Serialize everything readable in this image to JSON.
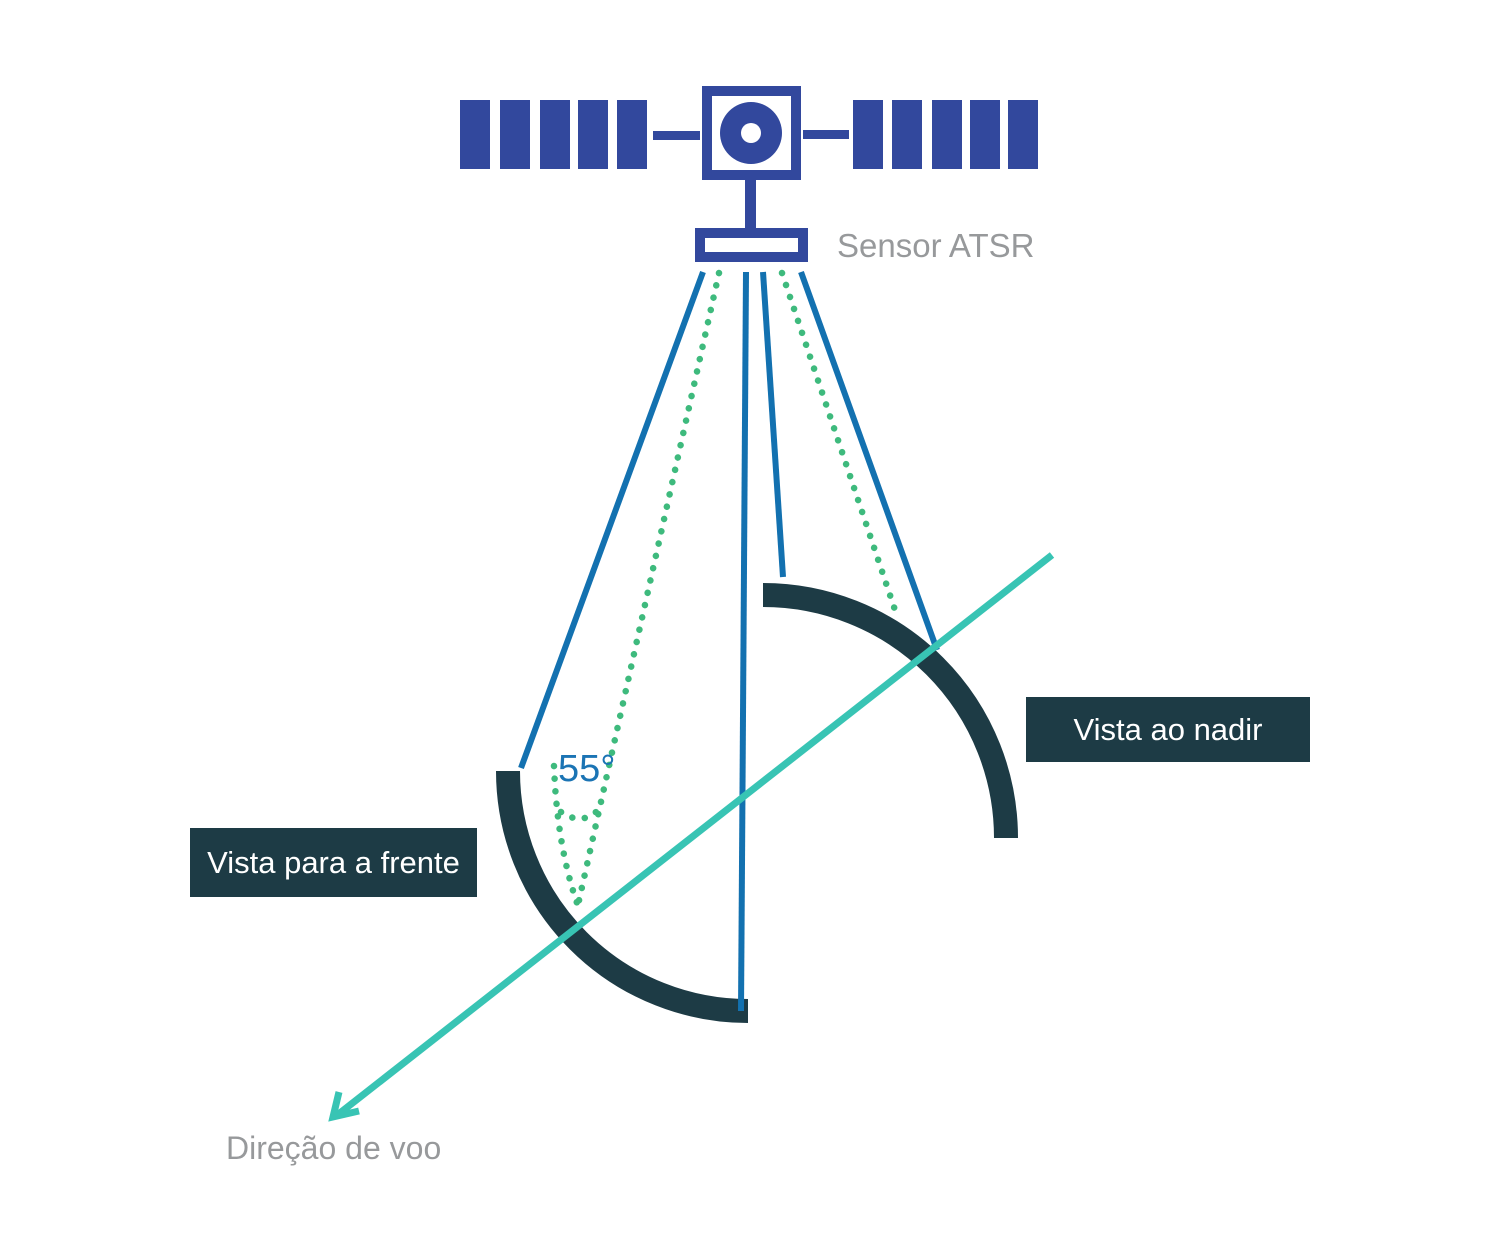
{
  "labels": {
    "sensor": "Sensor ATSR",
    "angle": "55°",
    "nadir_view": "Vista ao nadir",
    "forward_view": "Vista para a frente",
    "flight_direction": "Direção de voo"
  },
  "colors": {
    "satellite_blue": "#32489d",
    "beam_blue": "#1371b0",
    "scan_green": "#3eba7d",
    "flight_teal": "#38c4b4",
    "panel_dark": "#1d3b45",
    "muted_gray": "#97999b",
    "angle_blue": "#1b74b4",
    "background": "#ffffff"
  }
}
